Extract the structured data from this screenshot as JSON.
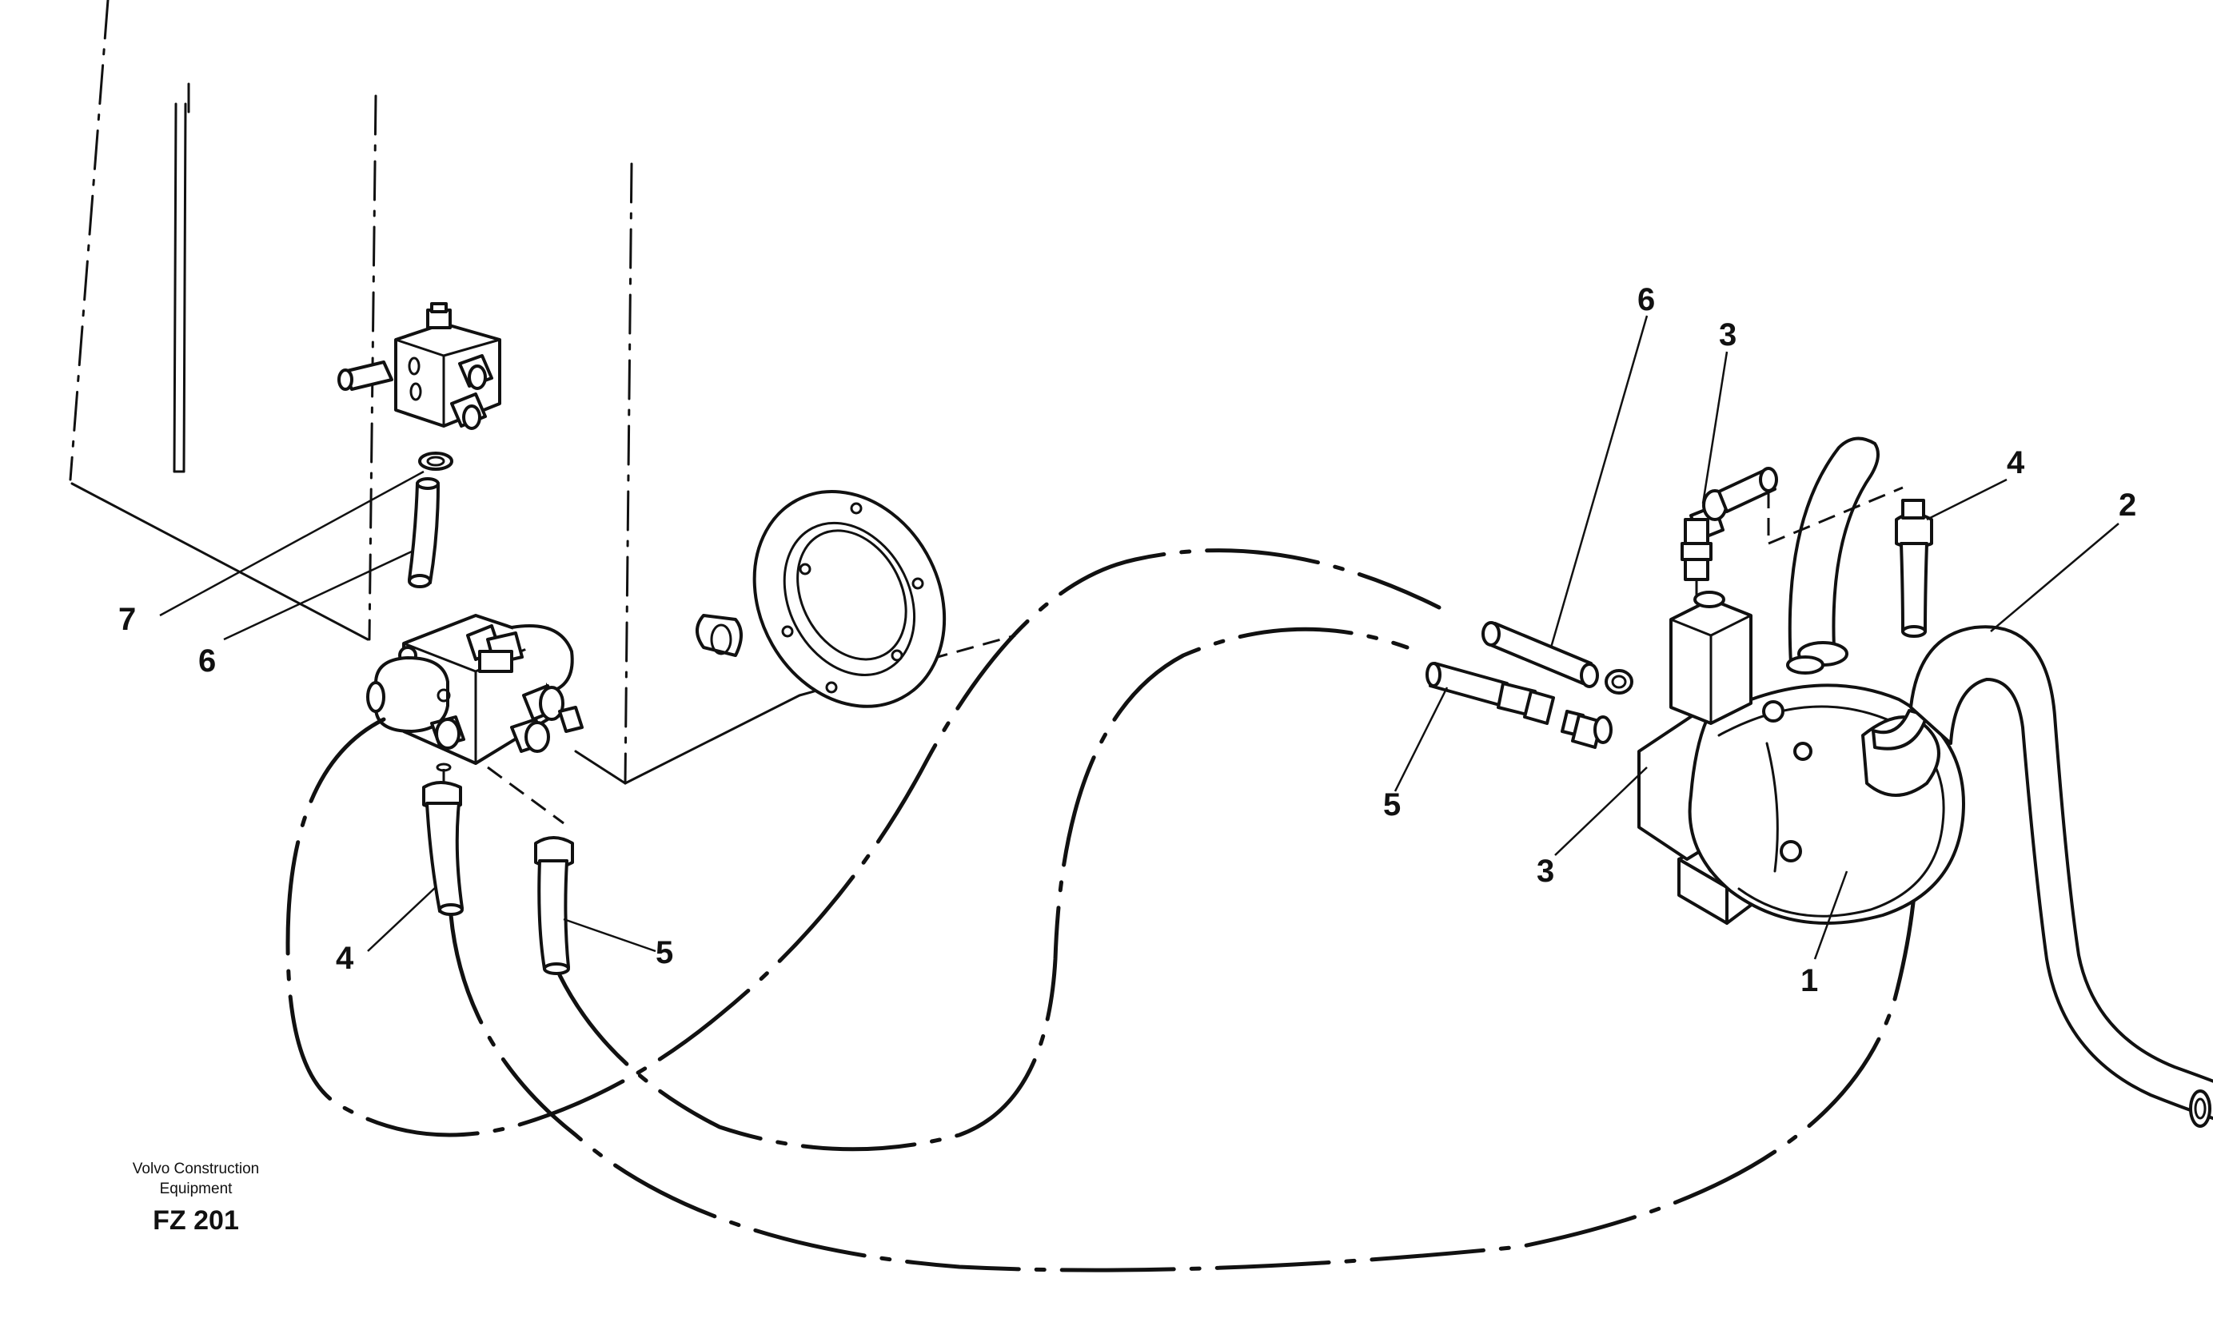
{
  "callouts": [
    {
      "id": "c1",
      "label": "1"
    },
    {
      "id": "c2",
      "label": "2"
    },
    {
      "id": "c3a",
      "label": "3"
    },
    {
      "id": "c3b",
      "label": "3"
    },
    {
      "id": "c4a",
      "label": "4"
    },
    {
      "id": "c4b",
      "label": "4"
    },
    {
      "id": "c5a",
      "label": "5"
    },
    {
      "id": "c5b",
      "label": "5"
    },
    {
      "id": "c6a",
      "label": "6"
    },
    {
      "id": "c6b",
      "label": "6"
    },
    {
      "id": "c7",
      "label": "7"
    }
  ],
  "caption": {
    "organization": "Volvo Construction Equipment",
    "code": "FZ 201"
  }
}
